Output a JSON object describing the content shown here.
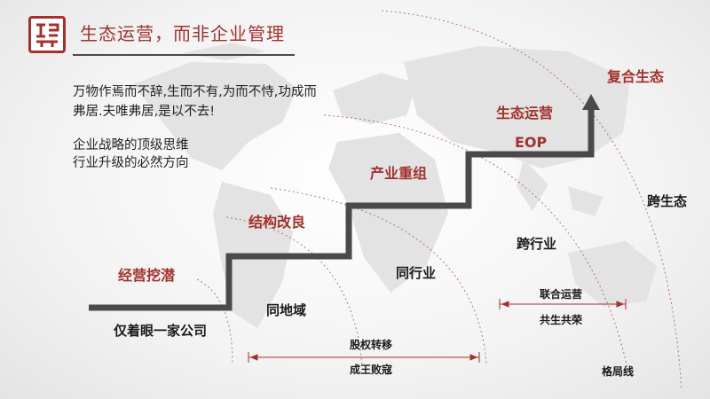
{
  "header": {
    "title": "生态运营，而非企业管理"
  },
  "quote": {
    "line1": "万物作焉而不辞,生而不有,为而不恃,功成而",
    "line2": "弗居.夫唯弗居,是以不去!",
    "line3": "企业战略的顶级思维",
    "line4": "行业升级的必然方向"
  },
  "stages": [
    {
      "label": "经营挖潜"
    },
    {
      "label": "结构改良"
    },
    {
      "label": "产业重组"
    },
    {
      "label": "生态运营"
    },
    {
      "label": "复合生态"
    }
  ],
  "eop_label": "EOP",
  "scopes": [
    {
      "label": "仅着眼一家公司"
    },
    {
      "label": "同地域"
    },
    {
      "label": "同行业"
    },
    {
      "label": "跨行业"
    },
    {
      "label": "跨生态"
    }
  ],
  "annotations": {
    "range1_line1": "股权转移",
    "range1_line2": "成王败寇",
    "range2_line1": "联合运营",
    "range2_line2": "共生共荣",
    "pattern_line": "格局线"
  },
  "colors": {
    "accent": "#a2312c",
    "stair": "#4a4a4a",
    "text": "#1a1a1a"
  }
}
